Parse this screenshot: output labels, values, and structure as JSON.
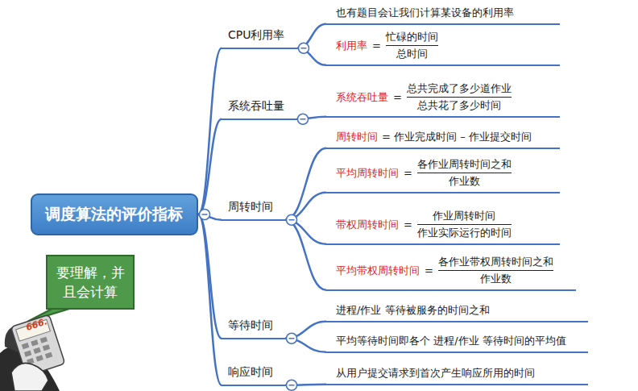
{
  "diagram": {
    "nodes": [
      {
        "text": [
          "调度算法的评价指标"
        ]
      },
      {
        "text": [
          "CPU利用率"
        ]
      },
      {
        "text": [
          "也有题目会让我们计算某设备的利用率"
        ]
      },
      {
        "text": [
          "利用率",
          "=",
          "忙碌的时间",
          "总时间"
        ]
      },
      {
        "text": [
          "系统吞吐量"
        ]
      },
      {
        "text": [
          "系统吞吐量",
          "=",
          "总共完成了多少道作业",
          "总共花了多少时间"
        ]
      },
      {
        "text": [
          "周转时间"
        ]
      },
      {
        "text": [
          "周转时间",
          "= 作业完成时间 – 作业提交时间"
        ]
      },
      {
        "text": [
          "平均周转时间",
          "=",
          "各作业周转时间之和",
          "作业数"
        ]
      },
      {
        "text": [
          "带权周转时间",
          "=",
          "作业周转时间",
          "作业实际运行的时间"
        ]
      },
      {
        "text": [
          "平均带权周转时间",
          "=",
          "各作业带权周转时间之和",
          "作业数"
        ]
      },
      {
        "text": [
          "等待时间"
        ]
      },
      {
        "text": [
          "进程/作业 等待被服务的时间之和"
        ]
      },
      {
        "text": [
          "平均等待时间即各个 进程/作业 等待时间的平均值"
        ]
      },
      {
        "text": [
          "响应时间"
        ]
      },
      {
        "text": [
          "从用户提交请求到首次产生响应所用的时间"
        ]
      },
      {
        "text": [
          "要理解，并 且会计算"
        ]
      }
    ],
    "edges": [
      {
        "from": 0,
        "to": 1,
        "arrow": "none"
      },
      {
        "from": 0,
        "to": 4,
        "arrow": "none"
      },
      {
        "from": 0,
        "to": 6,
        "arrow": "none"
      },
      {
        "from": 0,
        "to": 11,
        "arrow": "none"
      },
      {
        "from": 0,
        "to": 14,
        "arrow": "none"
      },
      {
        "from": 1,
        "to": 2,
        "arrow": "none"
      },
      {
        "from": 1,
        "to": 3,
        "arrow": "none"
      },
      {
        "from": 4,
        "to": 5,
        "arrow": "none"
      },
      {
        "from": 6,
        "to": 7,
        "arrow": "none"
      },
      {
        "from": 6,
        "to": 8,
        "arrow": "none"
      },
      {
        "from": 6,
        "to": 9,
        "arrow": "none"
      },
      {
        "from": 6,
        "to": 10,
        "arrow": "none"
      },
      {
        "from": 11,
        "to": 12,
        "arrow": "none"
      },
      {
        "from": 11,
        "to": 13,
        "arrow": "none"
      },
      {
        "from": 14,
        "to": 15,
        "arrow": "none"
      }
    ],
    "labels": [
      "666."
    ]
  }
}
